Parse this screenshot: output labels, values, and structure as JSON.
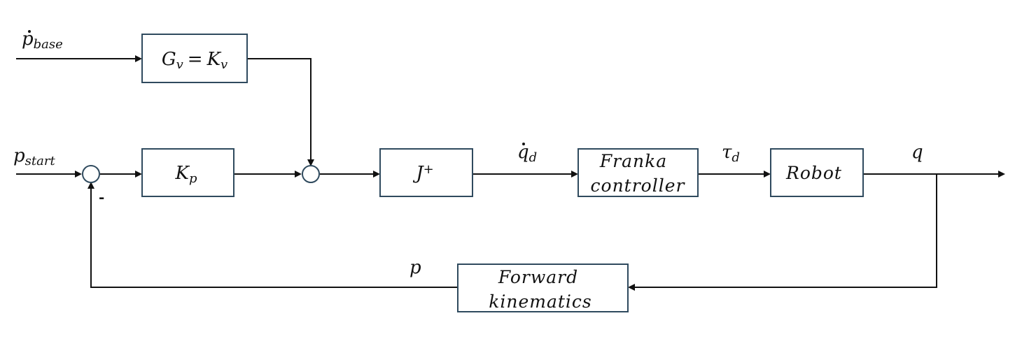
{
  "diagram": {
    "inputs": {
      "base_velocity": {
        "symbol": "p",
        "sub": "base"
      },
      "start_position": {
        "symbol": "p",
        "sub": "start"
      }
    },
    "blocks": {
      "gv": {
        "lhs": "G",
        "lhs_sub": "v",
        "eq": "=",
        "rhs": "K",
        "rhs_sub": "v"
      },
      "kp": {
        "symbol": "K",
        "sub": "p"
      },
      "jplus": {
        "symbol": "J",
        "sup": "+"
      },
      "franka": {
        "line1": "Franka",
        "line2": "controller"
      },
      "robot": {
        "label": "Robot"
      },
      "fk": {
        "line1": "Forward",
        "line2": "kinematics"
      }
    },
    "signals": {
      "qdot": {
        "symbol": "q",
        "sub": "d"
      },
      "tau": {
        "symbol": "τ",
        "sub": "d"
      },
      "q": {
        "symbol": "q"
      },
      "p": {
        "symbol": "p"
      }
    },
    "sum_minus_sign": "-"
  }
}
